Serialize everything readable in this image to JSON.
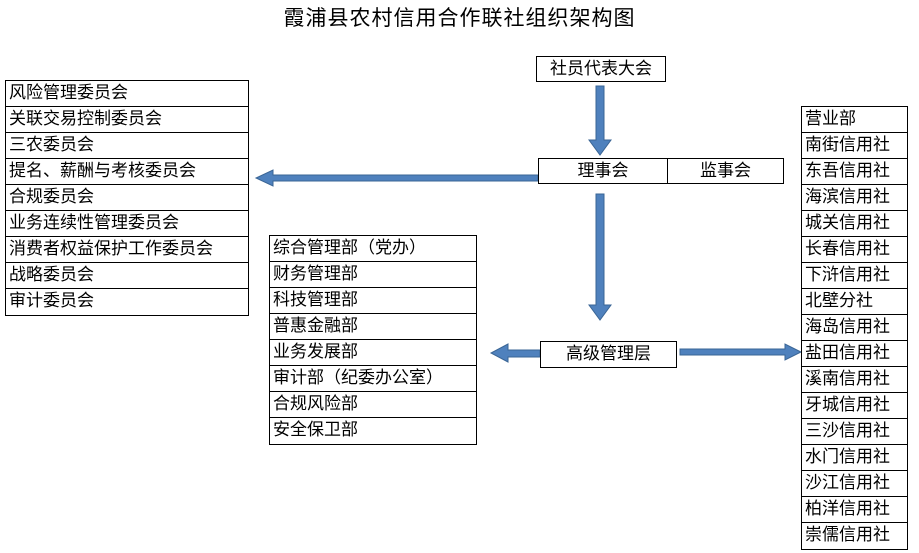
{
  "title": "霞浦县农村信用合作联社组织架构图",
  "nodes": {
    "assembly": "社员代表大会",
    "board": "理事会",
    "supervisors": "监事会",
    "management": "高级管理层"
  },
  "committees": [
    "风险管理委员会",
    "关联交易控制委员会",
    "三农委员会",
    "提名、薪酬与考核委员会",
    "合规委员会",
    "业务连续性管理委员会",
    "消费者权益保护工作委员会",
    "战略委员会",
    "审计委员会"
  ],
  "departments": [
    "综合管理部（党办）",
    "财务管理部",
    "科技管理部",
    "普惠金融部",
    "业务发展部",
    "审计部（纪委办公室）",
    "合规风险部",
    "安全保卫部"
  ],
  "branches": [
    "营业部",
    "南街信用社",
    "东吾信用社",
    "海滨信用社",
    "城关信用社",
    "长春信用社",
    "下浒信用社",
    "北壁分社",
    "海岛信用社",
    "盐田信用社",
    "溪南信用社",
    "牙城信用社",
    "三沙信用社",
    "水门信用社",
    "沙江信用社",
    "柏洋信用社",
    "崇儒信用社"
  ],
  "colors": {
    "arrow_fill": "#4f81bd",
    "arrow_stroke": "#3a6595"
  }
}
